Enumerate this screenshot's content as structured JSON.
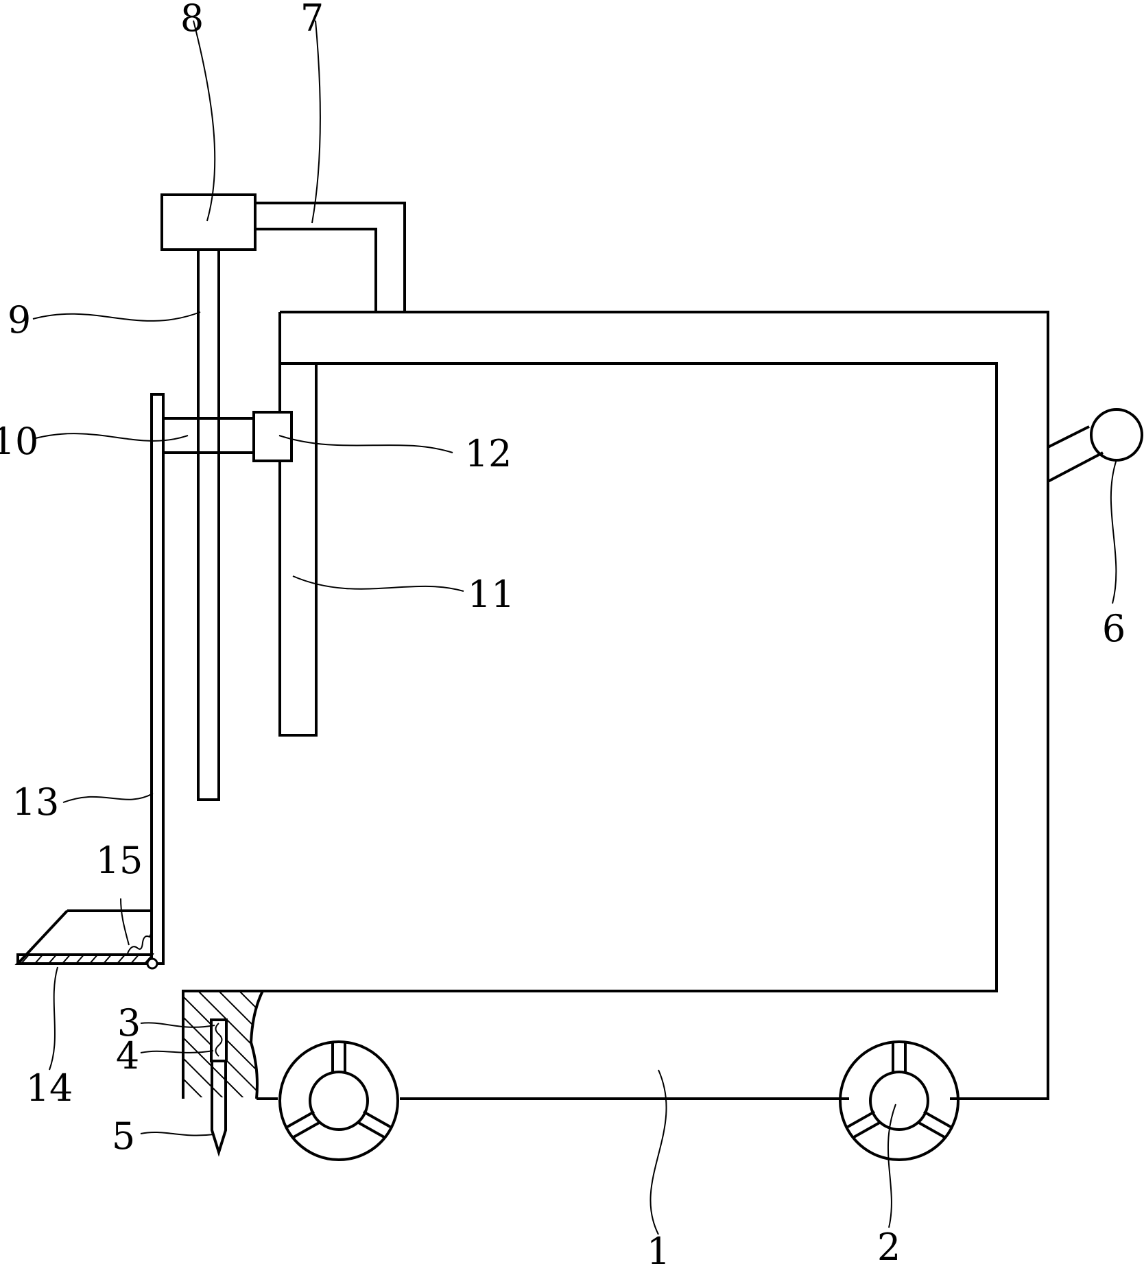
{
  "labels": {
    "n1": "1",
    "n2": "2",
    "n3": "3",
    "n4": "4",
    "n5": "5",
    "n6": "6",
    "n7": "7",
    "n8": "8",
    "n9": "9",
    "n10": "10",
    "n11": "11",
    "n12": "12",
    "n13": "13",
    "n14": "14",
    "n15": "15"
  },
  "colors": {
    "line": "#000000",
    "background": "#ffffff"
  }
}
